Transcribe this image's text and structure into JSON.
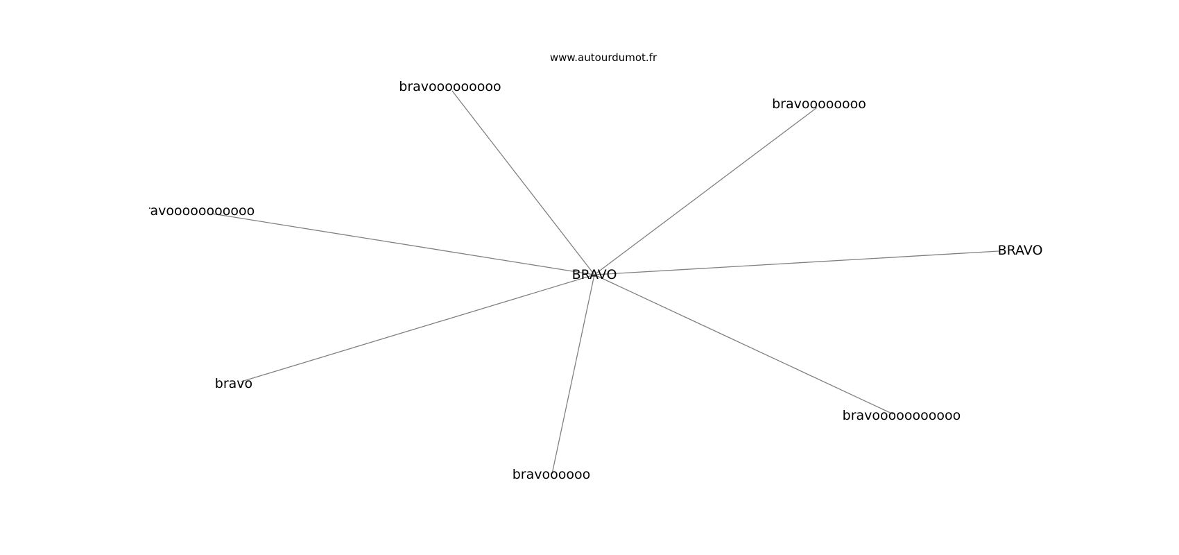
{
  "watermark": "www.autourdumot.fr",
  "center": {
    "label": "BRAVO"
  },
  "neighbors": [
    {
      "label": "bravooooooooo"
    },
    {
      "label": "bravoooooooo"
    },
    {
      "label": "bravooooooooooo"
    },
    {
      "label": "BRAVO"
    },
    {
      "label": "bravo"
    },
    {
      "label": "bravooooooooooo"
    },
    {
      "label": "bravoooooo"
    }
  ],
  "colors": {
    "edge": "#808080",
    "text": "#000000",
    "background": "#ffffff"
  }
}
